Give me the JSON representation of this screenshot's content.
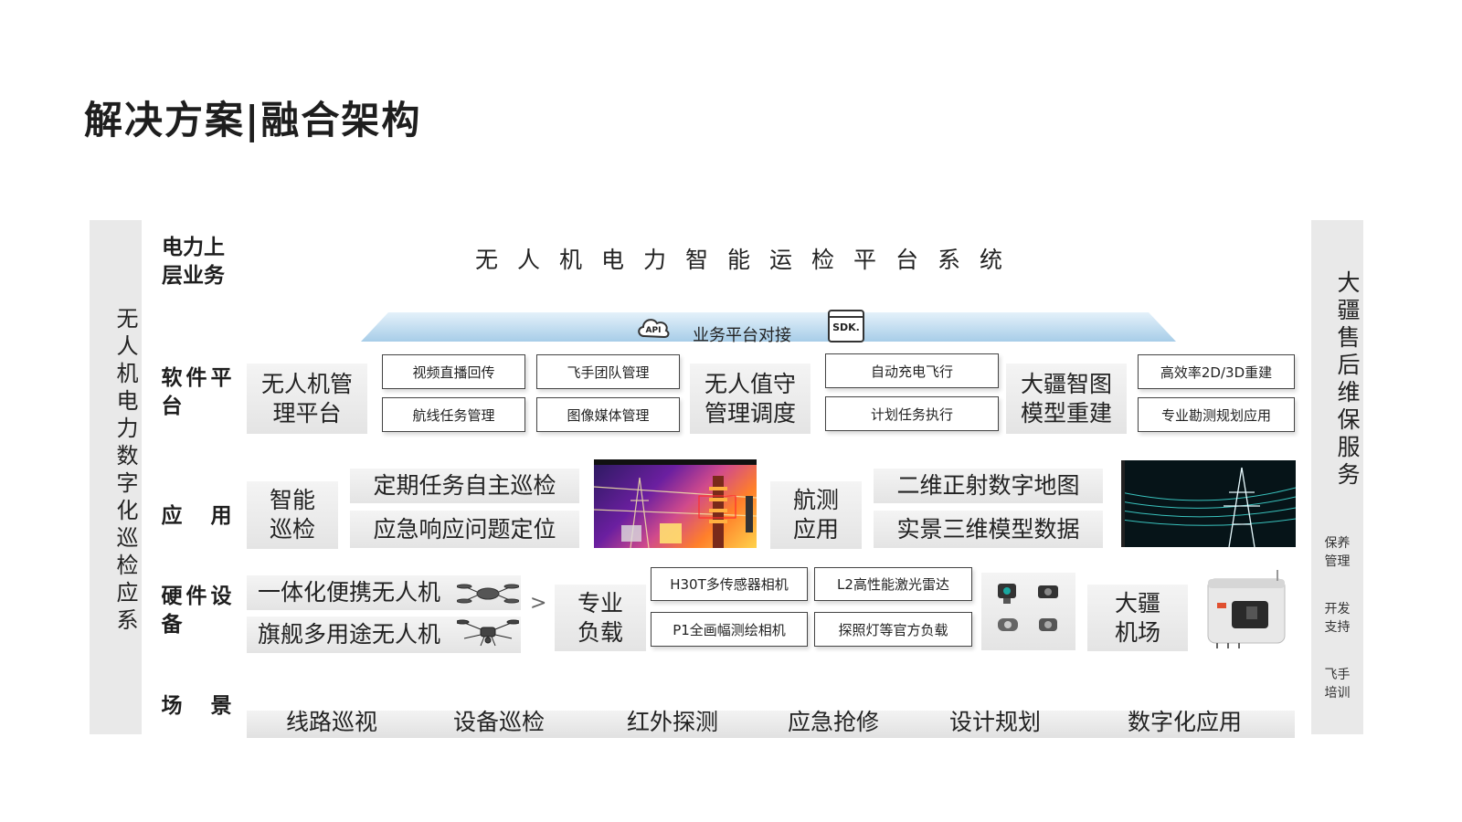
{
  "title": "解决方案|融合架构",
  "left_side": {
    "text": "无人机电力数字化巡检应系"
  },
  "right_side": {
    "title": "大疆售后维保服务",
    "items": [
      "保养管理",
      "开发支持",
      "飞手培训"
    ],
    "items_lines": [
      [
        "保养",
        "管理"
      ],
      [
        "开发",
        "支持"
      ],
      [
        "飞手",
        "培训"
      ]
    ]
  },
  "rows": {
    "top": {
      "label_lines": [
        "电力上",
        "层业务"
      ],
      "title": "无人机电力智能运检平台系统"
    },
    "band": {
      "text": "业务平台对接",
      "api_icon": "api-cloud-icon",
      "sdk_icon": "sdk-icon",
      "api_label": "API",
      "sdk_label": "SDK."
    },
    "software": {
      "label_chars": [
        "软",
        "件",
        "平",
        "台"
      ],
      "group1": {
        "title_lines": [
          "无人机管",
          "理平台"
        ],
        "boxes": [
          "视频直播回传",
          "飞手团队管理",
          "航线任务管理",
          "图像媒体管理"
        ]
      },
      "group2": {
        "title_lines": [
          "无人值守",
          "管理调度"
        ],
        "boxes": [
          "自动充电飞行",
          "计划任务执行"
        ]
      },
      "group3": {
        "title_lines": [
          "大疆智图",
          "模型重建"
        ],
        "boxes": [
          "高效率2D/3D重建",
          "专业勘测规划应用"
        ]
      }
    },
    "application": {
      "label_chars": [
        "应",
        "用"
      ],
      "group1": {
        "title_lines": [
          "智能",
          "巡检"
        ],
        "items": [
          "定期任务自主巡检",
          "应急响应问题定位"
        ],
        "image": "thermal-inspection-image"
      },
      "group2": {
        "title_lines": [
          "航测",
          "应用"
        ],
        "items": [
          "二维正射数字地图",
          "实景三维模型数据"
        ],
        "image": "lidar-pointcloud-image"
      }
    },
    "hardware": {
      "label_chars": [
        "硬",
        "件",
        "设",
        "备"
      ],
      "drones": [
        "一体化便携无人机",
        "旗舰多用途无人机"
      ],
      "chevron": ">",
      "payload_title_lines": [
        "专业",
        "负载"
      ],
      "payloads": [
        "H30T多传感器相机",
        "L2高性能激光雷达",
        "P1全画幅测绘相机",
        "探照灯等官方负载"
      ],
      "dock_title_lines": [
        "大疆",
        "机场"
      ]
    },
    "scene": {
      "label_chars": [
        "场",
        "景"
      ],
      "items": [
        "线路巡视",
        "设备巡检",
        "红外探测",
        "应急抢修",
        "设计规划",
        "数字化应用"
      ]
    }
  },
  "colors": {
    "band_top": "#d6e9f7",
    "band_bottom": "#a9cfe9",
    "side_gray": "#e9e9e9",
    "block_gray": "#e6e6e6"
  }
}
